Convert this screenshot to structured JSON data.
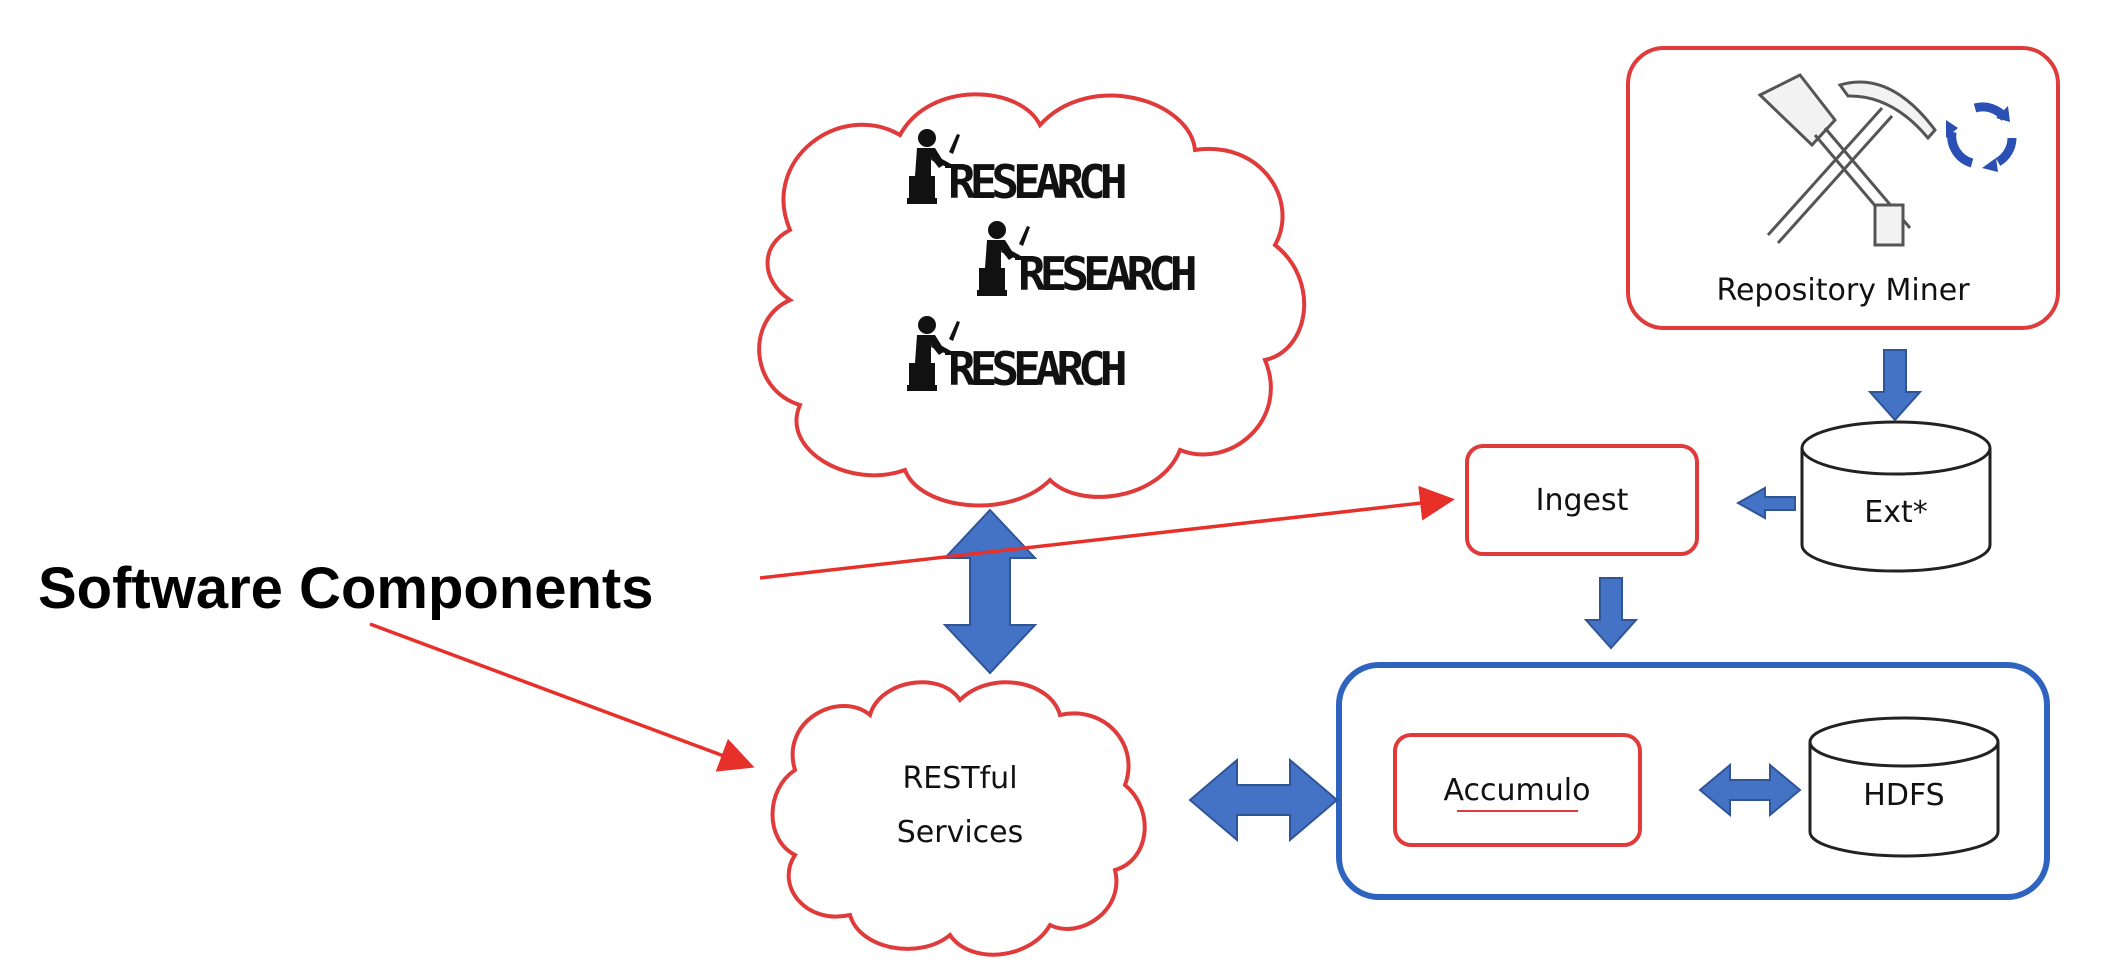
{
  "diagram": {
    "callout": {
      "label": "Software Components"
    },
    "research": {
      "label": "RESEARCH"
    },
    "repository_miner": {
      "label": "Repository Miner"
    },
    "ingest": {
      "label": "Ingest"
    },
    "ext_store": {
      "label": "Ext*"
    },
    "restful": {
      "line1": "RESTful",
      "line2": "Services"
    },
    "accumulo": {
      "label": "Accumulo"
    },
    "hdfs": {
      "label": "HDFS"
    }
  },
  "colors": {
    "red_outline": "#e03b3b",
    "blue_outline": "#2f63c0",
    "blue_arrow": "#4472c4",
    "callout_red": "#e8302a",
    "text": "#111111"
  },
  "icons": [
    "researcher-icon",
    "shovel-icon",
    "pickaxe-icon",
    "refresh-cycle-icon",
    "database-icon"
  ]
}
